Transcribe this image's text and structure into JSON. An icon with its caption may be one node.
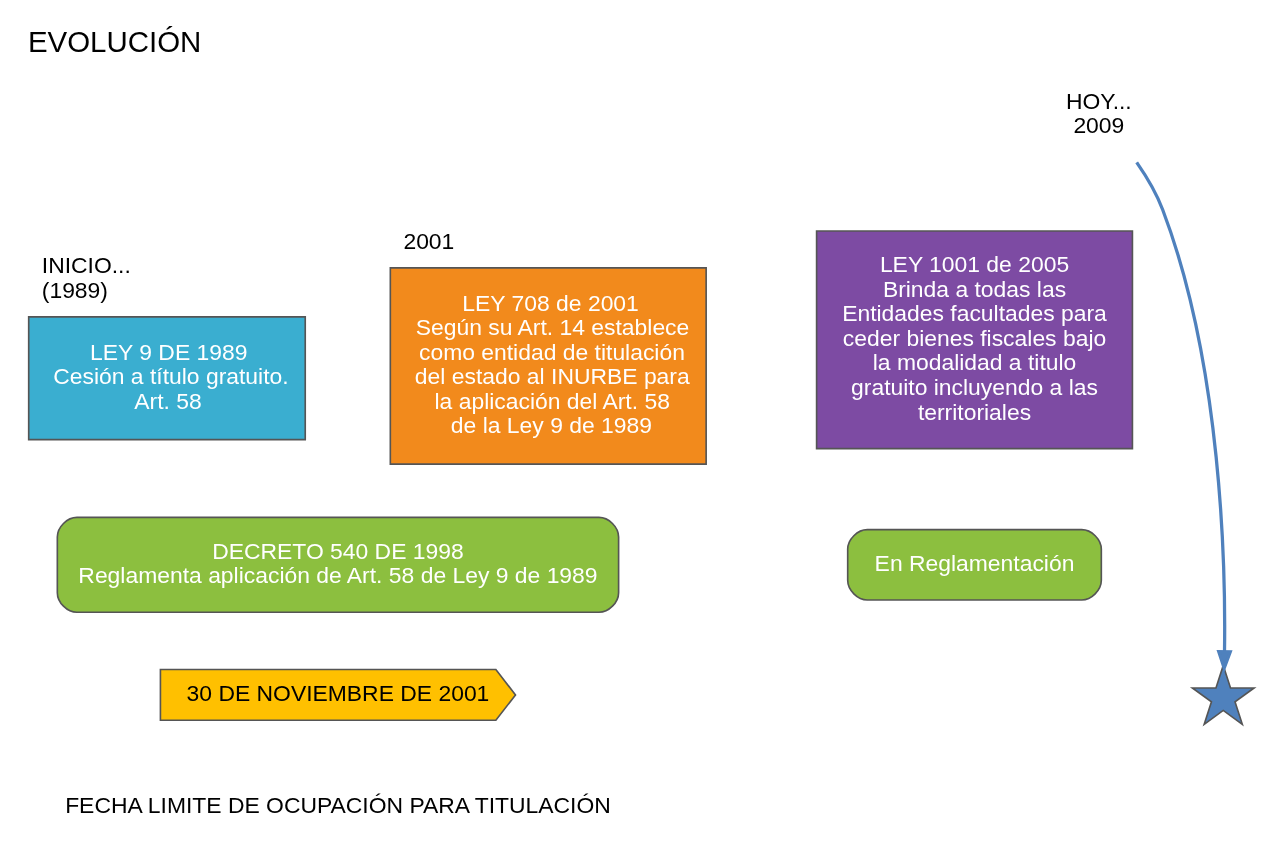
{
  "diagram": {
    "title": "EVOLUCIÓN",
    "nodes": [
      {
        "text": [
          "INICIO... (1989)",
          "LEY 9 DE 1989",
          "Cesión a título gratuito. Art. 58"
        ]
      },
      {
        "text": [
          "2001",
          "LEY 708 de 2001",
          "Según su Art. 14 establece  como entidad de titulación del estado al INURBE para la aplicación del Art. 58 de la Ley 9 de 1989"
        ]
      },
      {
        "text": [
          "HOY... 2009"
        ]
      },
      {
        "text": [
          "LEY 1001 de 2005",
          "Brinda a todas las Entidades facultades para ceder bienes fiscales bajo la modalidad a titulo gratuito incluyendo a las territoriales"
        ]
      },
      {
        "text": [
          "DECRETO 540 DE 1998",
          "Reglamenta aplicación de Art. 58 de Ley 9 de 1989"
        ]
      },
      {
        "text": [
          "En Reglamentación"
        ]
      },
      {
        "text": [
          "30 DE NOVIEMBRE DE 2001"
        ],
        "beside": [
          "FECHA LIMITE DE OCUPACIÓN PARA TITULACIÓN"
        ]
      },
      {
        "text": [],
        "shape": "star"
      }
    ],
    "edges": [
      {
        "from": 2,
        "to": 7,
        "arrow": "to"
      }
    ]
  }
}
